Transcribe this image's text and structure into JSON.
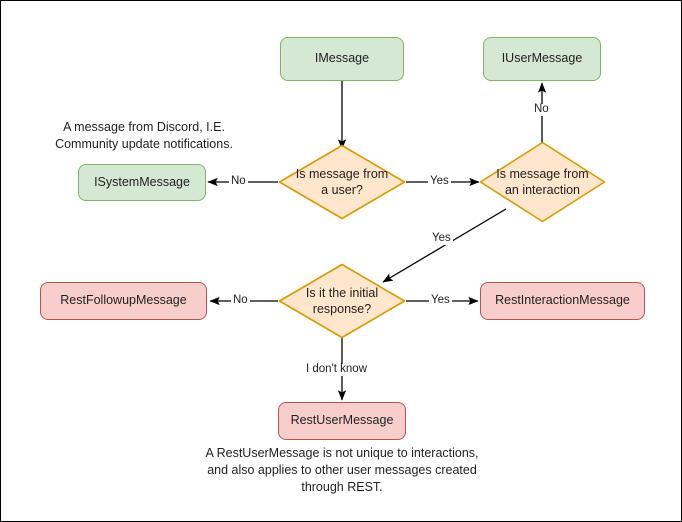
{
  "diagram": {
    "title": "Discord message type decision flowchart",
    "palette": {
      "green_fill": "#d5e8d4",
      "green_stroke": "#82b366",
      "pink_fill": "#f8cecc",
      "pink_stroke": "#b85450",
      "orange_fill": "#ffe6cc",
      "orange_stroke": "#d79b00",
      "edge_stroke": "#000000",
      "canvas_border": "#000000",
      "background": "#ffffff"
    },
    "nodes": {
      "imessage": "IMessage",
      "iusermessage": "IUserMessage",
      "isystemmessage": "ISystemMessage",
      "restfollowupmessage": "RestFollowupMessage",
      "restinteractionmessage": "RestInteractionMessage",
      "restusermessage": "RestUserMessage",
      "decision_user_line1": "Is message from",
      "decision_user_line2": "a user?",
      "decision_interaction_line1": "Is message from",
      "decision_interaction_line2": "an interaction",
      "decision_initial_line1": "Is it the initial",
      "decision_initial_line2": "response?"
    },
    "edge_labels": {
      "user_no": "No",
      "user_yes": "Yes",
      "interaction_no": "No",
      "interaction_yes": "Yes",
      "initial_no": "No",
      "initial_yes": "Yes",
      "initial_unknown": "I don't know"
    },
    "notes": {
      "system_note": "A message from Discord, I.E.\nCommunity update notifications.",
      "rest_note": "A RestUserMessage is not unique to interactions,\nand also applies to other user messages created\nthrough REST."
    }
  }
}
